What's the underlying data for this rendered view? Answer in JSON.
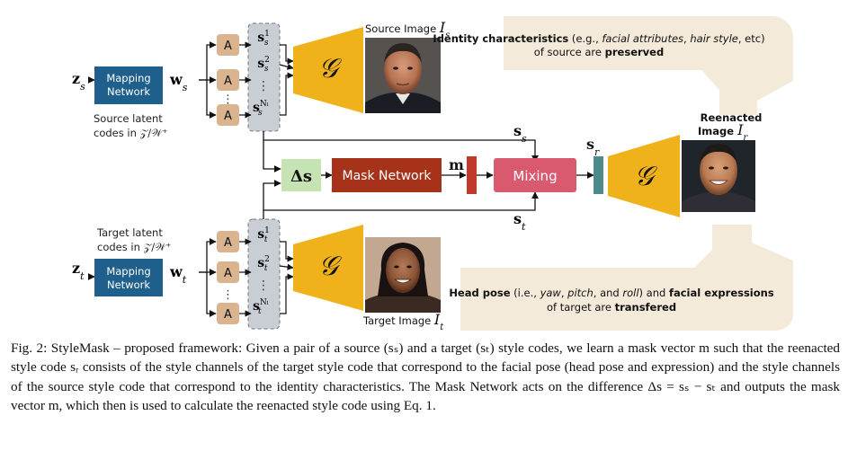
{
  "diagram": {
    "source_latent": {
      "var": "z",
      "sub": "s",
      "caption_lines": [
        "Source latent",
        "codes in 𝒵/𝒲⁺"
      ]
    },
    "target_latent": {
      "var": "z",
      "sub": "t",
      "caption_lines": [
        "Target latent",
        "codes in 𝒵/𝒲⁺"
      ]
    },
    "mapping_network_lines": [
      "Mapping",
      "Network"
    ],
    "w_source": {
      "var": "w",
      "sub": "s"
    },
    "w_target": {
      "var": "w",
      "sub": "t"
    },
    "affine_label": "A",
    "ellipsis": "⋮",
    "source_styles": [
      {
        "base": "s",
        "sup": "1",
        "sub": "s"
      },
      {
        "base": "s",
        "sup": "2",
        "sub": "s"
      },
      {
        "base": "s",
        "sup": "Nₗ",
        "sub": "s"
      }
    ],
    "target_styles": [
      {
        "base": "s",
        "sup": "1",
        "sub": "t"
      },
      {
        "base": "s",
        "sup": "2",
        "sub": "t"
      },
      {
        "base": "s",
        "sup": "Nₗ",
        "sub": "t"
      }
    ],
    "generator_symbol": "𝒢",
    "source_image_label": {
      "text": "Source Image ",
      "var": "I",
      "sub": "s"
    },
    "target_image_label": {
      "text": "Target Image ",
      "var": "I",
      "sub": "t"
    },
    "reenacted_label": {
      "line1": "Reenacted",
      "line2": "Image ",
      "var": "I",
      "sub": "r"
    },
    "delta_s": "Δs",
    "mask_network": "Mask Network",
    "mask_vector": "m",
    "mixing": "Mixing",
    "s_source": {
      "var": "s",
      "sub": "s"
    },
    "s_target": {
      "var": "s",
      "sub": "t"
    },
    "s_reenacted": {
      "var": "s",
      "sub": "r"
    },
    "identity_note": {
      "line1": [
        {
          "t": "Identity characteristics",
          "w": "bold"
        },
        {
          "t": " (e.g., ",
          "w": "normal"
        },
        {
          "t": "facial attributes",
          "w": "italic"
        },
        {
          "t": ", ",
          "w": "normal"
        },
        {
          "t": "hair style",
          "w": "italic"
        },
        {
          "t": ", etc)",
          "w": "normal"
        }
      ],
      "line2": [
        {
          "t": "of source are ",
          "w": "normal"
        },
        {
          "t": "preserved",
          "w": "bold"
        }
      ]
    },
    "pose_note": {
      "line1": [
        {
          "t": "Head pose",
          "w": "bold"
        },
        {
          "t": " (i.e., ",
          "w": "normal"
        },
        {
          "t": "yaw",
          "w": "italic"
        },
        {
          "t": ", ",
          "w": "normal"
        },
        {
          "t": "pitch",
          "w": "italic"
        },
        {
          "t": ", and ",
          "w": "normal"
        },
        {
          "t": "roll",
          "w": "italic"
        },
        {
          "t": ") and  ",
          "w": "normal"
        },
        {
          "t": "facial expressions",
          "w": "bold"
        }
      ],
      "line2": [
        {
          "t": "of target are ",
          "w": "normal"
        },
        {
          "t": "transfered",
          "w": "bold"
        }
      ]
    },
    "colors": {
      "mapping": "#1f5f8b",
      "affine": "#d9b48f",
      "generator": "#f0b21a",
      "mask_network": "#a7321a",
      "mask_bar": "#c0392b",
      "mixing": "#d9596f",
      "sr_bar": "#4f8a8b",
      "delta": "#c6e3b4",
      "callout": "#f3ead9",
      "style_block": "#c9ced4"
    }
  },
  "caption": "Fig. 2: StyleMask – proposed framework: Given a pair of a source (sₛ) and a target (sₜ) style codes, we learn a mask vector m such that the reenacted style code sᵣ consists of the style channels of the target style code that correspond to the facial pose (head pose and expression) and the style channels of the source style code that correspond to the identity characteristics. The Mask Network acts on the difference Δs = sₛ − sₜ and outputs the mask vector m, which then is used to calculate the reenacted style code using Eq. 1."
}
